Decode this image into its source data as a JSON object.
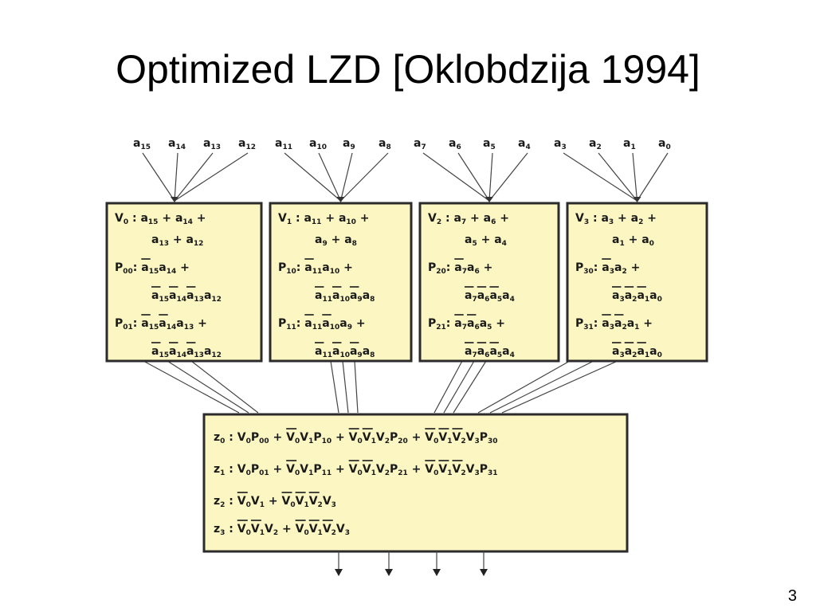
{
  "title": "Optimized LZD [Oklobdzija 1994]",
  "slide_number": "3",
  "inputs": [
    {
      "b": "a",
      "s": "15"
    },
    {
      "b": "a",
      "s": "14"
    },
    {
      "b": "a",
      "s": "13"
    },
    {
      "b": "a",
      "s": "12"
    },
    {
      "b": "a",
      "s": "11"
    },
    {
      "b": "a",
      "s": "10"
    },
    {
      "b": "a",
      "s": "9"
    },
    {
      "b": "a",
      "s": "8"
    },
    {
      "b": "a",
      "s": "7"
    },
    {
      "b": "a",
      "s": "6"
    },
    {
      "b": "a",
      "s": "5"
    },
    {
      "b": "a",
      "s": "4"
    },
    {
      "b": "a",
      "s": "3"
    },
    {
      "b": "a",
      "s": "2"
    },
    {
      "b": "a",
      "s": "1"
    },
    {
      "b": "a",
      "s": "0"
    }
  ],
  "blocks": [
    {
      "lines": [
        [
          {
            "t": "V",
            "s": "0"
          },
          {
            "o": " : "
          },
          {
            "t": "a",
            "s": "15"
          },
          {
            "o": " + "
          },
          {
            "t": "a",
            "s": "14"
          },
          {
            "o": " +"
          }
        ],
        [
          {
            "t": "a",
            "s": "13"
          },
          {
            "o": " + "
          },
          {
            "t": "a",
            "s": "12"
          }
        ],
        [
          {
            "t": "P",
            "s": "00"
          },
          {
            "o": ": "
          },
          {
            "t": "a",
            "s": "15",
            "bar": true
          },
          {
            "t": "a",
            "s": "14"
          },
          {
            "o": " +"
          }
        ],
        [
          {
            "t": "a",
            "s": "15",
            "bar": true
          },
          {
            "t": "a",
            "s": "14",
            "bar": true
          },
          {
            "t": "a",
            "s": "13",
            "bar": true
          },
          {
            "t": "a",
            "s": "12"
          }
        ],
        [
          {
            "t": "P",
            "s": "01"
          },
          {
            "o": ": "
          },
          {
            "t": "a",
            "s": "15",
            "bar": true
          },
          {
            "t": "a",
            "s": "14",
            "bar": true
          },
          {
            "t": "a",
            "s": "13"
          },
          {
            "o": " +"
          }
        ],
        [
          {
            "t": "a",
            "s": "15",
            "bar": true
          },
          {
            "t": "a",
            "s": "14",
            "bar": true
          },
          {
            "t": "a",
            "s": "13",
            "bar": true
          },
          {
            "t": "a",
            "s": "12"
          }
        ]
      ]
    },
    {
      "lines": [
        [
          {
            "t": "V",
            "s": "1"
          },
          {
            "o": " : "
          },
          {
            "t": "a",
            "s": "11"
          },
          {
            "o": " + "
          },
          {
            "t": "a",
            "s": "10"
          },
          {
            "o": " +"
          }
        ],
        [
          {
            "t": "a",
            "s": "9"
          },
          {
            "o": " + "
          },
          {
            "t": "a",
            "s": "8"
          }
        ],
        [
          {
            "t": "P",
            "s": "10"
          },
          {
            "o": ": "
          },
          {
            "t": "a",
            "s": "11",
            "bar": true
          },
          {
            "t": "a",
            "s": "10"
          },
          {
            "o": " +"
          }
        ],
        [
          {
            "t": "a",
            "s": "11",
            "bar": true
          },
          {
            "t": "a",
            "s": "10",
            "bar": true
          },
          {
            "t": "a",
            "s": "9",
            "bar": true
          },
          {
            "t": "a",
            "s": "8"
          }
        ],
        [
          {
            "t": "P",
            "s": "11"
          },
          {
            "o": ": "
          },
          {
            "t": "a",
            "s": "11",
            "bar": true
          },
          {
            "t": "a",
            "s": "10",
            "bar": true
          },
          {
            "t": "a",
            "s": "9"
          },
          {
            "o": " +"
          }
        ],
        [
          {
            "t": "a",
            "s": "11",
            "bar": true
          },
          {
            "t": "a",
            "s": "10",
            "bar": true
          },
          {
            "t": "a",
            "s": "9",
            "bar": true
          },
          {
            "t": "a",
            "s": "8"
          }
        ]
      ]
    },
    {
      "lines": [
        [
          {
            "t": "V",
            "s": "2"
          },
          {
            "o": " : "
          },
          {
            "t": "a",
            "s": "7"
          },
          {
            "o": " + "
          },
          {
            "t": "a",
            "s": "6"
          },
          {
            "o": " +"
          }
        ],
        [
          {
            "t": "a",
            "s": "5"
          },
          {
            "o": " + "
          },
          {
            "t": "a",
            "s": "4"
          }
        ],
        [
          {
            "t": "P",
            "s": "20"
          },
          {
            "o": ": "
          },
          {
            "t": "a",
            "s": "7",
            "bar": true
          },
          {
            "t": "a",
            "s": "6"
          },
          {
            "o": " +"
          }
        ],
        [
          {
            "t": "a",
            "s": "7",
            "bar": true
          },
          {
            "t": "a",
            "s": "6",
            "bar": true
          },
          {
            "t": "a",
            "s": "5",
            "bar": true
          },
          {
            "t": "a",
            "s": "4"
          }
        ],
        [
          {
            "t": "P",
            "s": "21"
          },
          {
            "o": ": "
          },
          {
            "t": "a",
            "s": "7",
            "bar": true
          },
          {
            "t": "a",
            "s": "6",
            "bar": true
          },
          {
            "t": "a",
            "s": "5"
          },
          {
            "o": " +"
          }
        ],
        [
          {
            "t": "a",
            "s": "7",
            "bar": true
          },
          {
            "t": "a",
            "s": "6",
            "bar": true
          },
          {
            "t": "a",
            "s": "5",
            "bar": true
          },
          {
            "t": "a",
            "s": "4"
          }
        ]
      ]
    },
    {
      "lines": [
        [
          {
            "t": "V",
            "s": "3"
          },
          {
            "o": " : "
          },
          {
            "t": "a",
            "s": "3"
          },
          {
            "o": " + "
          },
          {
            "t": "a",
            "s": "2"
          },
          {
            "o": " +"
          }
        ],
        [
          {
            "t": "a",
            "s": "1"
          },
          {
            "o": " + "
          },
          {
            "t": "a",
            "s": "0"
          }
        ],
        [
          {
            "t": "P",
            "s": "30"
          },
          {
            "o": ": "
          },
          {
            "t": "a",
            "s": "3",
            "bar": true
          },
          {
            "t": "a",
            "s": "2"
          },
          {
            "o": " +"
          }
        ],
        [
          {
            "t": "a",
            "s": "3",
            "bar": true
          },
          {
            "t": "a",
            "s": "2",
            "bar": true
          },
          {
            "t": "a",
            "s": "1",
            "bar": true
          },
          {
            "t": "a",
            "s": "0"
          }
        ],
        [
          {
            "t": "P",
            "s": "31"
          },
          {
            "o": ": "
          },
          {
            "t": "a",
            "s": "3",
            "bar": true
          },
          {
            "t": "a",
            "s": "2",
            "bar": true
          },
          {
            "t": "a",
            "s": "1"
          },
          {
            "o": " +"
          }
        ],
        [
          {
            "t": "a",
            "s": "3",
            "bar": true
          },
          {
            "t": "a",
            "s": "2",
            "bar": true
          },
          {
            "t": "a",
            "s": "1",
            "bar": true
          },
          {
            "t": "a",
            "s": "0"
          }
        ]
      ]
    }
  ],
  "output_block": {
    "lines": [
      [
        {
          "t": "z",
          "s": "0"
        },
        {
          "o": " : "
        },
        {
          "t": "V",
          "s": "0"
        },
        {
          "t": "P",
          "s": "00"
        },
        {
          "o": " + "
        },
        {
          "t": "V",
          "s": "0",
          "bar": true
        },
        {
          "t": "V",
          "s": "1"
        },
        {
          "t": "P",
          "s": "10"
        },
        {
          "o": " + "
        },
        {
          "t": "V",
          "s": "0",
          "bar": true
        },
        {
          "t": "V",
          "s": "1",
          "bar": true
        },
        {
          "t": "V",
          "s": "2"
        },
        {
          "t": "P",
          "s": "20"
        },
        {
          "o": " + "
        },
        {
          "t": "V",
          "s": "0",
          "bar": true
        },
        {
          "t": "V",
          "s": "1",
          "bar": true
        },
        {
          "t": "V",
          "s": "2",
          "bar": true
        },
        {
          "t": "V",
          "s": "3"
        },
        {
          "t": "P",
          "s": "30"
        }
      ],
      [
        {
          "t": "z",
          "s": "1"
        },
        {
          "o": " : "
        },
        {
          "t": "V",
          "s": "0"
        },
        {
          "t": "P",
          "s": "01"
        },
        {
          "o": " + "
        },
        {
          "t": "V",
          "s": "0",
          "bar": true
        },
        {
          "t": "V",
          "s": "1"
        },
        {
          "t": "P",
          "s": "11"
        },
        {
          "o": " + "
        },
        {
          "t": "V",
          "s": "0",
          "bar": true
        },
        {
          "t": "V",
          "s": "1",
          "bar": true
        },
        {
          "t": "V",
          "s": "2"
        },
        {
          "t": "P",
          "s": "21"
        },
        {
          "o": " + "
        },
        {
          "t": "V",
          "s": "0",
          "bar": true
        },
        {
          "t": "V",
          "s": "1",
          "bar": true
        },
        {
          "t": "V",
          "s": "2",
          "bar": true
        },
        {
          "t": "V",
          "s": "3"
        },
        {
          "t": "P",
          "s": "31"
        }
      ],
      [
        {
          "t": "z",
          "s": "2"
        },
        {
          "o": " : "
        },
        {
          "t": "V",
          "s": "0",
          "bar": true
        },
        {
          "t": "V",
          "s": "1"
        },
        {
          "o": " + "
        },
        {
          "t": "V",
          "s": "0",
          "bar": true
        },
        {
          "t": "V",
          "s": "1",
          "bar": true
        },
        {
          "t": "V",
          "s": "2",
          "bar": true
        },
        {
          "t": "V",
          "s": "3"
        }
      ],
      [
        {
          "t": "z",
          "s": "3"
        },
        {
          "o": " : "
        },
        {
          "t": "V",
          "s": "0",
          "bar": true
        },
        {
          "t": "V",
          "s": "1",
          "bar": true
        },
        {
          "t": "V",
          "s": "2"
        },
        {
          "o": " + "
        },
        {
          "t": "V",
          "s": "0",
          "bar": true
        },
        {
          "t": "V",
          "s": "1",
          "bar": true
        },
        {
          "t": "V",
          "s": "2",
          "bar": true
        },
        {
          "t": "V",
          "s": "3"
        }
      ]
    ]
  },
  "colors": {
    "box_fill": "#fbf6c2",
    "box_border": "#2b2b2b",
    "wire": "#444444"
  }
}
